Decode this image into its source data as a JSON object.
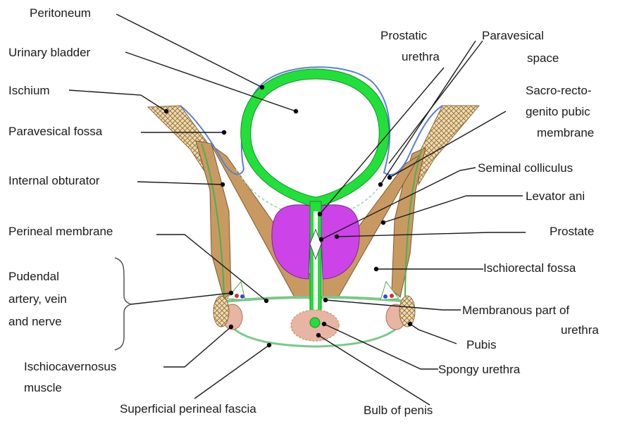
{
  "labels": {
    "peritoneum": "Peritoneum",
    "urinary_bladder": "Urinary bladder",
    "ischium": "Ischium",
    "paravesical_fossa": "Paravesical fossa",
    "internal_obturator": "Internal obturator",
    "perineal_membrane": "Perineal membrane",
    "pudendal": [
      "Pudendal",
      "artery, vein",
      "and nerve"
    ],
    "ischiocavernosus": [
      "Ischiocavernosus",
      "muscle"
    ],
    "superficial_perineal_fascia": "Superficial perineal fascia",
    "bulb_of_penis": "Bulb of penis",
    "spongy_urethra": "Spongy urethra",
    "pubis": "Pubis",
    "membranous_urethra": [
      "Membranous part of",
      "urethra"
    ],
    "ischiorectal_fossa": "Ischiorectal fossa",
    "prostate": "Prostate",
    "levator_ani": "Levator ani",
    "seminal_colliculus": "Seminal colliculus",
    "sacro_recto": [
      "Sacro-recto-",
      "genito pubic",
      "membrane"
    ],
    "paravesical_space": [
      "Paravesical",
      "space"
    ],
    "prostatic_urethra": [
      "Prostatic",
      "urethra"
    ]
  },
  "colors": {
    "bladder_wall": "#22e03a",
    "peritoneum": "#5b7fd6",
    "prostate": "#cc44e8",
    "muscle": "#c89a62",
    "bone_fill": "#f2dcae",
    "bulb": "#e8b4a4",
    "fascia": "#7bc98a"
  }
}
